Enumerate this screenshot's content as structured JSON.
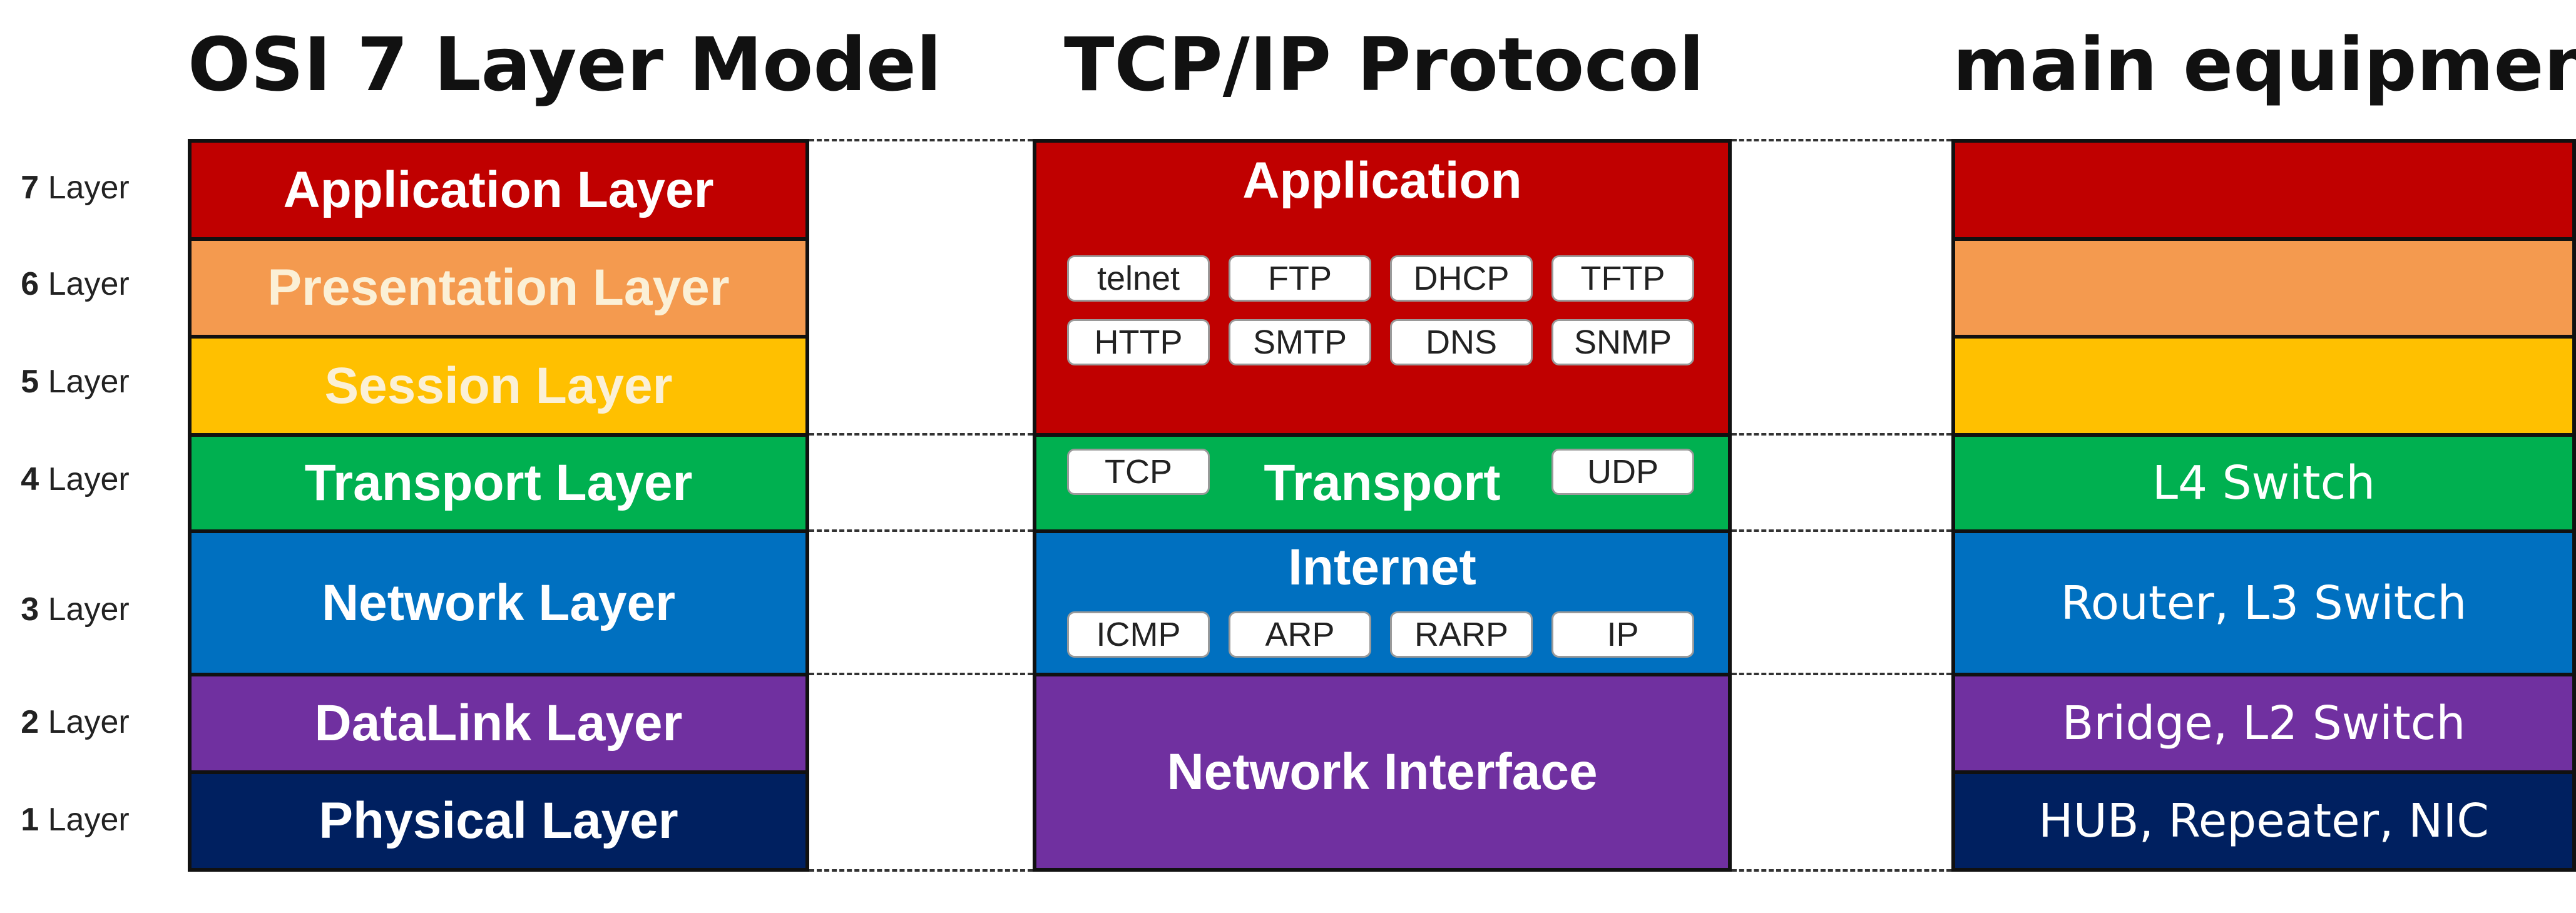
{
  "headings": {
    "osi": "OSI 7 Layer Model",
    "tcpip": "TCP/IP Protocol",
    "equipment": "main equipment"
  },
  "layer_labels": [
    {
      "num": "7",
      "word": "Layer"
    },
    {
      "num": "6",
      "word": "Layer"
    },
    {
      "num": "5",
      "word": "Layer"
    },
    {
      "num": "4",
      "word": "Layer"
    },
    {
      "num": "3",
      "word": "Layer"
    },
    {
      "num": "2",
      "word": "Layer"
    },
    {
      "num": "1",
      "word": "Layer"
    }
  ],
  "osi_layers": [
    {
      "name": "Application Layer",
      "color": "#c00000"
    },
    {
      "name": "Presentation Layer",
      "color": "#f49a4f"
    },
    {
      "name": "Session Layer",
      "color": "#ffc000"
    },
    {
      "name": "Transport Layer",
      "color": "#00b050"
    },
    {
      "name": "Network Layer",
      "color": "#0070c0"
    },
    {
      "name": "DataLink Layer",
      "color": "#7030a0"
    },
    {
      "name": "Physical Layer",
      "color": "#002060"
    }
  ],
  "tcpip_layers": {
    "application": {
      "title": "Application",
      "color": "#c00000",
      "protocols": [
        "telnet",
        "FTP",
        "DHCP",
        "TFTP",
        "HTTP",
        "SMTP",
        "DNS",
        "SNMP"
      ]
    },
    "transport": {
      "title": "Transport",
      "color": "#00b050",
      "protocols": [
        "TCP",
        "UDP"
      ]
    },
    "internet": {
      "title": "Internet",
      "color": "#0070c0",
      "protocols": [
        "ICMP",
        "ARP",
        "RARP",
        "IP"
      ]
    },
    "network_interface": {
      "title": "Network Interface",
      "color": "#7030a0"
    }
  },
  "equipment": [
    {
      "label": "",
      "color": "#c00000"
    },
    {
      "label": "",
      "color": "#f49a4f"
    },
    {
      "label": "",
      "color": "#ffc000"
    },
    {
      "label": "L4 Switch",
      "color": "#00b050"
    },
    {
      "label": "Router, L3 Switch",
      "color": "#0070c0"
    },
    {
      "label": "Bridge, L2 Switch",
      "color": "#7030a0"
    },
    {
      "label": "HUB, Repeater, NIC",
      "color": "#002060"
    }
  ]
}
